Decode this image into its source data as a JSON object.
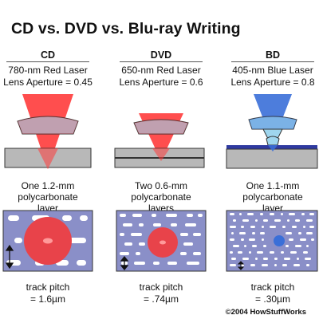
{
  "title": "CD vs. DVD vs. Blu-ray Writing",
  "columns": [
    {
      "key": "cd",
      "label": "CD",
      "laser": "780-nm Red Laser",
      "aperture": "Lens Aperture = 0.45",
      "layers": [
        "One 1.2-mm",
        "polycarbonate",
        "layer"
      ],
      "pitch_label": "track pitch",
      "pitch_value": "= 1.6µm",
      "beam_color": "#ff3b3b",
      "spot_color": "#e8434a"
    },
    {
      "key": "dvd",
      "label": "DVD",
      "laser": "650-nm Red Laser",
      "aperture": "Lens Aperture = 0.6",
      "layers": [
        "Two 0.6-mm",
        "polycarbonate",
        "layers"
      ],
      "pitch_label": "track pitch",
      "pitch_value": "= .74µm",
      "beam_color": "#ff3b3b",
      "spot_color": "#e8434a"
    },
    {
      "key": "bd",
      "label": "BD",
      "laser": "405-nm Blue Laser",
      "aperture": "Lens Aperture = 0.8",
      "layers": [
        "One 1.1-mm",
        "polycarbonate",
        "layer"
      ],
      "pitch_label": "track pitch",
      "pitch_value": "= .30µm",
      "beam_color": "#3a6fd8",
      "spot_color": "#3a6fd8"
    }
  ],
  "colors": {
    "disc_surface": "#8a8fc8",
    "pits": "#ffffff",
    "lens": "#9fd6ee",
    "polycarbonate": "#b8b8b8"
  },
  "copyright": "©2004 HowStuffWorks"
}
